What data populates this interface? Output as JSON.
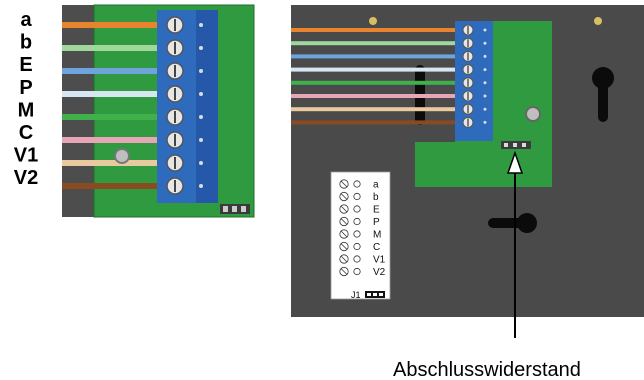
{
  "left_labels": [
    "a",
    "b",
    "E",
    "P",
    "M",
    "C",
    "V1",
    "V2"
  ],
  "legend_labels": [
    "a",
    "b",
    "E",
    "P",
    "M",
    "C",
    "V1",
    "V2"
  ],
  "jumper_label": "J1",
  "callout_label": "Abschlusswiderstand",
  "wire_colors": [
    "#e8842e",
    "#9fd89a",
    "#6fa3dc",
    "#d8e6f2",
    "#3fb04a",
    "#e6a6b6",
    "#e8c9a0",
    "#8a4a22"
  ],
  "colors": {
    "board_gray": "#505050",
    "pcb_green": "#2e9a3e",
    "terminal_blue": "#2f6fc0"
  }
}
